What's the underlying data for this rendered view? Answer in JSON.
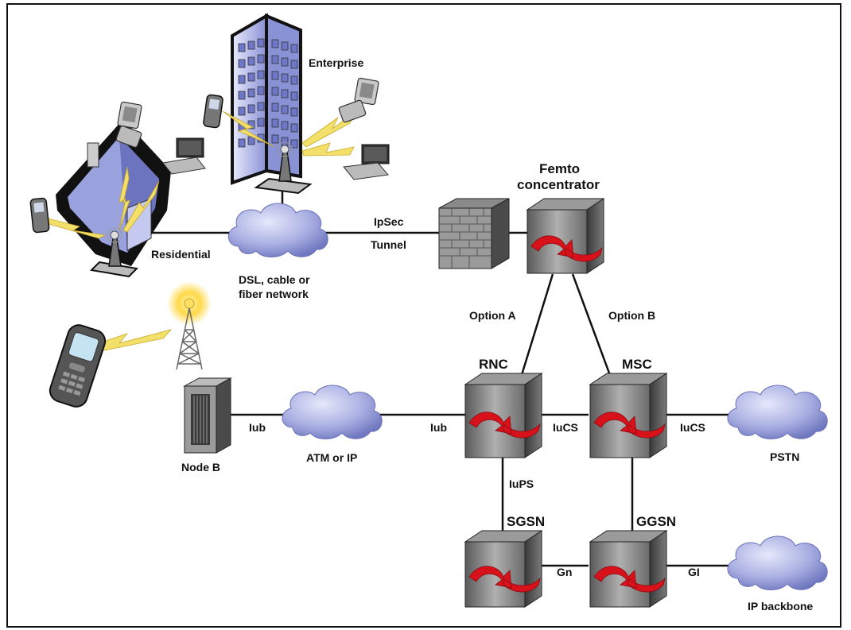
{
  "labels": {
    "enterprise": "Enterprise",
    "residential": "Residential",
    "dsl_line1": "DSL, cable or",
    "dsl_line2": "fiber network",
    "ipsec": "IpSec",
    "tunnel": "Tunnel",
    "femto_line1": "Femto",
    "femto_line2": "concentrator",
    "option_a": "Option A",
    "option_b": "Option B",
    "rnc": "RNC",
    "msc": "MSC",
    "sgsn": "SGSN",
    "ggsn": "GGSN",
    "iub_left": "Iub",
    "iub_right": "Iub",
    "iucs_left": "IuCS",
    "iucs_right": "IuCS",
    "iups": "IuPS",
    "gn": "Gn",
    "gi": "GI",
    "node_b": "Node B",
    "atm_ip": "ATM or IP",
    "pstn": "PSTN",
    "ip_backbone": "IP backbone"
  },
  "colors": {
    "cloud": "#b8bde8",
    "cloud_dark": "#8088c8",
    "server": "#8a8a8a",
    "server_dark": "#4a4a4a",
    "arrow": "#d8121b",
    "bolt": "#f2e06a",
    "building": "#c9cdf0",
    "line": "#111111"
  }
}
